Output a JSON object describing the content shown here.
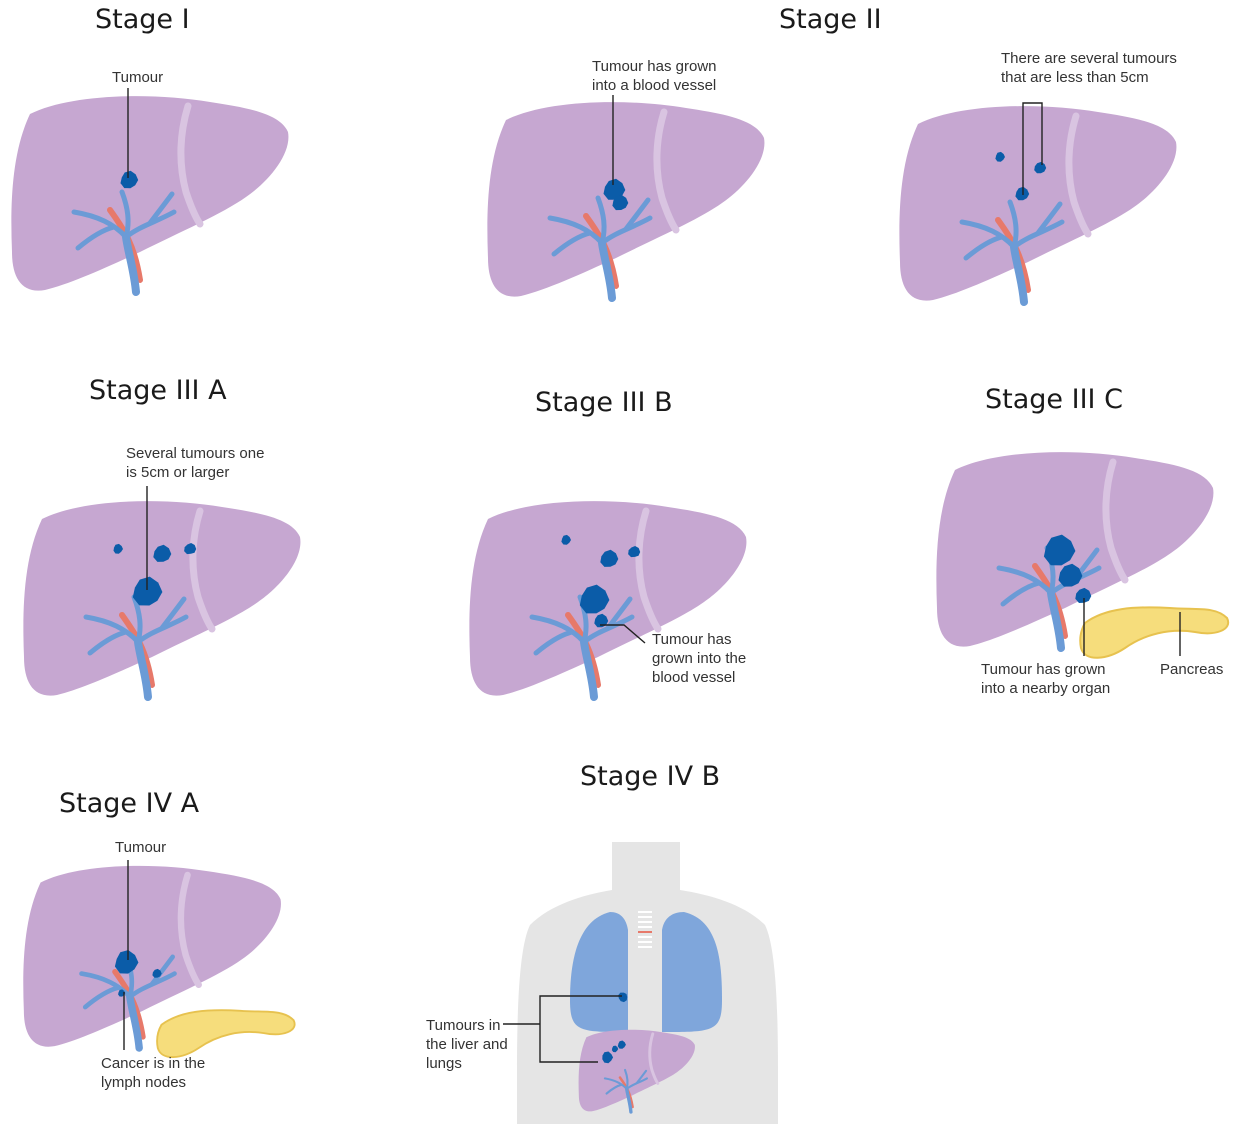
{
  "colors": {
    "liver": "#c6a7d1",
    "liver_light": "#d9c4e1",
    "vessel_blue": "#6b9bd6",
    "vessel_red": "#e7796a",
    "tumour": "#0b5ca8",
    "pancreas": "#f6dd7c",
    "pancreas_edge": "#e7c24f",
    "body": "#e5e5e5",
    "lungs": "#7fa6db",
    "leader": "#222222"
  },
  "panels": [
    {
      "title": "Stage I",
      "labels": [
        "Tumour"
      ]
    },
    {
      "title": "Stage II",
      "labels": [
        "Tumour has grown\ninto a blood vessel",
        "There are several tumours\nthat are less than 5cm"
      ]
    },
    {
      "title": "Stage III A",
      "labels": [
        "Several tumours one\nis 5cm or larger"
      ]
    },
    {
      "title": "Stage III B",
      "labels": [
        "Tumour has\ngrown into the\nblood vessel"
      ]
    },
    {
      "title": "Stage III C",
      "labels": [
        "Tumour has grown\ninto a nearby organ",
        "Pancreas"
      ]
    },
    {
      "title": "Stage IV A",
      "labels": [
        "Tumour",
        "Cancer is in the\nlymph nodes"
      ]
    },
    {
      "title": "Stage IV B",
      "labels": [
        "Tumours in\nthe liver and\nlungs"
      ]
    }
  ]
}
